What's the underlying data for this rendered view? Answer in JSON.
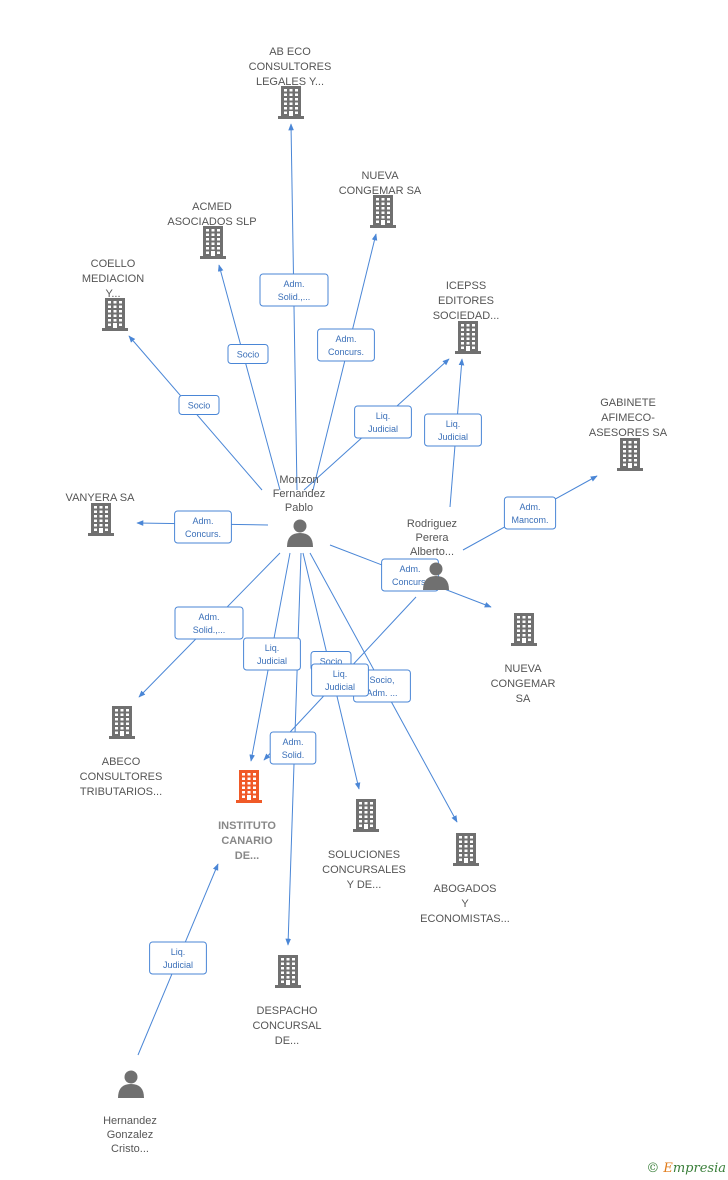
{
  "colors": {
    "edge": "#4a86d6",
    "company": "#707070",
    "company_main": "#f05a28",
    "person": "#707070"
  },
  "nodes": [
    {
      "id": "abeco_legales",
      "type": "company",
      "lines": [
        "AB ECO",
        "CONSULTORES",
        "LEGALES Y..."
      ]
    },
    {
      "id": "nueva_congemar_top",
      "type": "company",
      "lines": [
        "NUEVA",
        "CONGEMAR SA"
      ]
    },
    {
      "id": "acmed",
      "type": "company",
      "lines": [
        "ACMED",
        "ASOCIADOS  SLP"
      ]
    },
    {
      "id": "coello",
      "type": "company",
      "lines": [
        "COELLO",
        "MEDIACION",
        "Y..."
      ]
    },
    {
      "id": "icepss",
      "type": "company",
      "lines": [
        "ICEPSS",
        "EDITORES",
        "SOCIEDAD..."
      ]
    },
    {
      "id": "gabinete",
      "type": "company",
      "lines": [
        "GABINETE",
        "AFIMECO-",
        "ASESORES SA"
      ]
    },
    {
      "id": "vanyera",
      "type": "company",
      "lines": [
        "VANYERA SA"
      ]
    },
    {
      "id": "nueva_congemar_right",
      "type": "company",
      "lines": [
        "NUEVA",
        "CONGEMAR",
        "SA"
      ]
    },
    {
      "id": "abeco_tributarios",
      "type": "company",
      "lines": [
        "ABECO",
        "CONSULTORES",
        "TRIBUTARIOS..."
      ]
    },
    {
      "id": "instituto",
      "type": "company_main",
      "lines": [
        "INSTITUTO",
        "CANARIO",
        "DE..."
      ]
    },
    {
      "id": "soluciones",
      "type": "company",
      "lines": [
        "SOLUCIONES",
        "CONCURSALES",
        "Y DE..."
      ]
    },
    {
      "id": "abogados",
      "type": "company",
      "lines": [
        "ABOGADOS",
        "Y",
        "ECONOMISTAS..."
      ]
    },
    {
      "id": "despacho",
      "type": "company",
      "lines": [
        "DESPACHO",
        "CONCURSAL",
        "DE..."
      ]
    },
    {
      "id": "monzon",
      "type": "person",
      "lines": [
        "Monzon",
        "Fernandez",
        "Pablo"
      ]
    },
    {
      "id": "rodriguez",
      "type": "person",
      "lines": [
        "Rodriguez",
        "Perera",
        "Alberto..."
      ]
    },
    {
      "id": "hernandez",
      "type": "person",
      "lines": [
        "Hernandez",
        "Gonzalez",
        "Cristo..."
      ]
    }
  ],
  "edges": [
    {
      "from": "monzon",
      "to": "abeco_legales",
      "label": [
        "Adm.",
        "Solid.,..."
      ]
    },
    {
      "from": "monzon",
      "to": "nueva_congemar_top",
      "label": [
        "Adm.",
        "Concurs."
      ]
    },
    {
      "from": "monzon",
      "to": "acmed",
      "label": [
        "Socio"
      ]
    },
    {
      "from": "monzon",
      "to": "coello",
      "label": [
        "Socio"
      ]
    },
    {
      "from": "monzon",
      "to": "icepss",
      "label": [
        "Liq.",
        "Judicial"
      ]
    },
    {
      "from": "monzon",
      "to": "vanyera",
      "label": [
        "Adm.",
        "Concurs."
      ]
    },
    {
      "from": "monzon",
      "to": "nueva_congemar_right",
      "label": [
        "Adm.",
        "Concurs."
      ]
    },
    {
      "from": "monzon",
      "to": "abeco_tributarios",
      "label": [
        "Adm.",
        "Solid.,..."
      ]
    },
    {
      "from": "monzon",
      "to": "instituto",
      "label": [
        "Liq.",
        "Judicial"
      ]
    },
    {
      "from": "monzon",
      "to": "despacho",
      "label": [
        "Adm.",
        "Solid."
      ]
    },
    {
      "from": "monzon",
      "to": "soluciones",
      "label": [
        "Socio"
      ]
    },
    {
      "from": "monzon",
      "to": "abogados",
      "label": [
        "Socio,",
        "Adm. ..."
      ]
    },
    {
      "from": "rodriguez",
      "to": "icepss",
      "label": [
        "Liq.",
        "Judicial"
      ]
    },
    {
      "from": "rodriguez",
      "to": "gabinete",
      "label": [
        "Adm.",
        "Mancom."
      ]
    },
    {
      "from": "rodriguez",
      "to": "instituto",
      "label": [
        "Liq.",
        "Judicial"
      ]
    },
    {
      "from": "hernandez",
      "to": "instituto",
      "label": [
        "Liq.",
        "Judicial"
      ]
    }
  ],
  "copyright": {
    "symbol": "©",
    "brand_first": "E",
    "brand_rest": "mpresia"
  }
}
